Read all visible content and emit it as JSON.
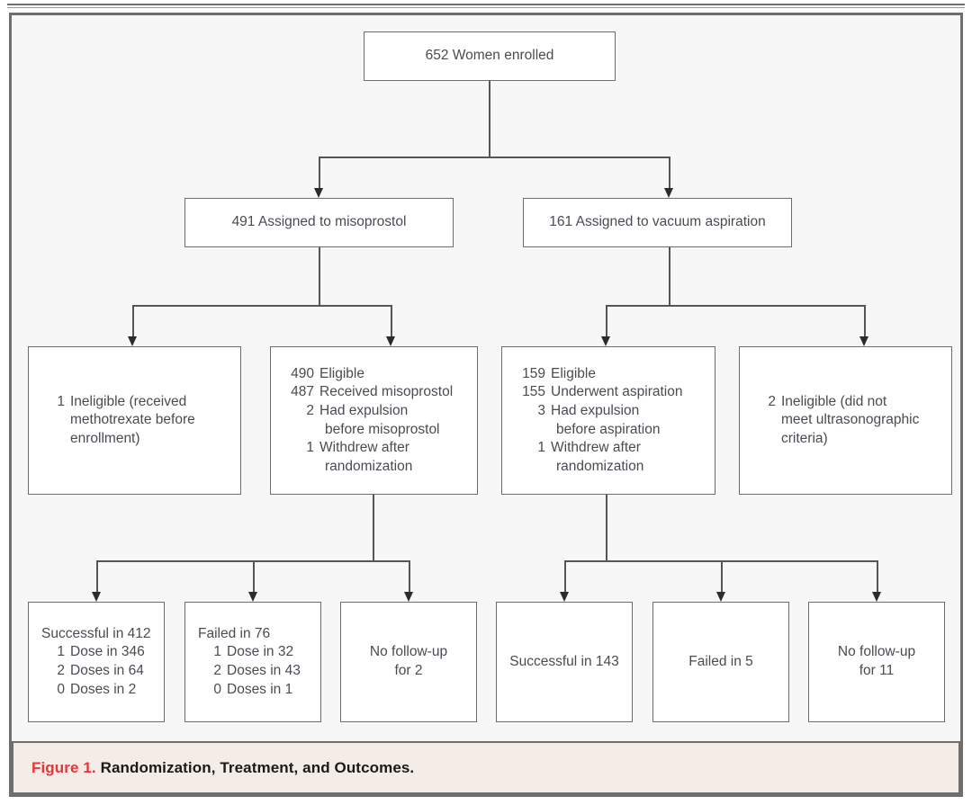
{
  "figure": {
    "caption_label": "Figure 1.",
    "caption_text": "Randomization, Treatment, and Outcomes.",
    "accent_color": "#e8343c",
    "caption_bg": "#f4ece6",
    "canvas_bg": "#f7f7f7",
    "line_color": "#555459",
    "box_border": "#6d6d6d",
    "text_color": "#4c4a52"
  },
  "chart_data": {
    "type": "diagram",
    "title": "Randomization, Treatment, and Outcomes.",
    "nodes": {
      "enrolled": {
        "text": "652 Women enrolled",
        "count": 652
      },
      "arm_misoprostol": {
        "text": "491 Assigned to misoprostol",
        "count": 491
      },
      "arm_aspiration": {
        "text": "161 Assigned to vacuum aspiration",
        "count": 161
      },
      "miso_ineligible": {
        "line1_num": "1",
        "line1_txt": "Ineligible (received",
        "line2": "methotrexate before",
        "line3": "enrollment)"
      },
      "miso_eligible": {
        "r1_num": "490",
        "r1_txt": "Eligible",
        "r2_num": "487",
        "r2_txt": "Received misoprostol",
        "r3_num": "2",
        "r3_txt": "Had expulsion",
        "r3_cont": "before misoprostol",
        "r4_num": "1",
        "r4_txt": "Withdrew after",
        "r4_cont": "randomization"
      },
      "asp_eligible": {
        "r1_num": "159",
        "r1_txt": "Eligible",
        "r2_num": "155",
        "r2_txt": "Underwent aspiration",
        "r3_num": "3",
        "r3_txt": "Had expulsion",
        "r3_cont": "before aspiration",
        "r4_num": "1",
        "r4_txt": "Withdrew after",
        "r4_cont": "randomization"
      },
      "asp_ineligible": {
        "line1_num": "2",
        "line1_txt": "Ineligible (did not",
        "line2": "meet ultrasonographic",
        "line3": "criteria)"
      },
      "miso_success": {
        "head": "Successful in 412",
        "r1_num": "1",
        "r1_txt": "Dose in 346",
        "r2_num": "2",
        "r2_txt": "Doses in 64",
        "r3_num": "0",
        "r3_txt": "Doses in 2"
      },
      "miso_failed": {
        "head": "Failed in 76",
        "r1_num": "1",
        "r1_txt": "Dose in 32",
        "r2_num": "2",
        "r2_txt": "Doses in 43",
        "r3_num": "0",
        "r3_txt": "Doses in 1"
      },
      "miso_nofollowup": {
        "line1": "No follow-up",
        "line2": "for 2"
      },
      "asp_success": {
        "text": "Successful in 143"
      },
      "asp_failed": {
        "text": "Failed in 5"
      },
      "asp_nofollowup": {
        "line1": "No follow-up",
        "line2": "for 11"
      }
    },
    "edges": [
      {
        "from": "enrolled",
        "to": "arm_misoprostol"
      },
      {
        "from": "enrolled",
        "to": "arm_aspiration"
      },
      {
        "from": "arm_misoprostol",
        "to": "miso_ineligible"
      },
      {
        "from": "arm_misoprostol",
        "to": "miso_eligible"
      },
      {
        "from": "arm_aspiration",
        "to": "asp_eligible"
      },
      {
        "from": "arm_aspiration",
        "to": "asp_ineligible"
      },
      {
        "from": "miso_eligible",
        "to": "miso_success"
      },
      {
        "from": "miso_eligible",
        "to": "miso_failed"
      },
      {
        "from": "miso_eligible",
        "to": "miso_nofollowup"
      },
      {
        "from": "asp_eligible",
        "to": "asp_success"
      },
      {
        "from": "asp_eligible",
        "to": "asp_failed"
      },
      {
        "from": "asp_eligible",
        "to": "asp_nofollowup"
      }
    ]
  }
}
